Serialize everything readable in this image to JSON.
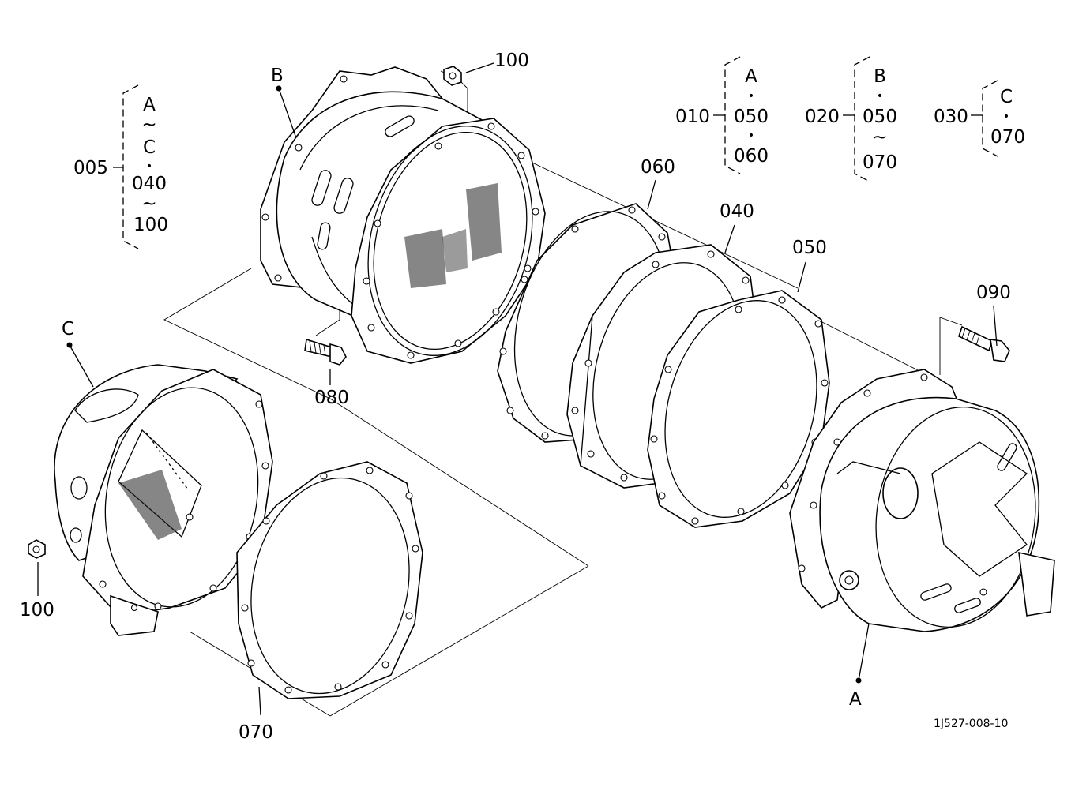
{
  "diagram": {
    "drawing_number": "1J527-008-10",
    "part_labels": {
      "p100_top": "100",
      "p100_left": "100",
      "p060": "060",
      "p040": "040",
      "p050": "050",
      "p090": "090",
      "p080": "080",
      "p070": "070"
    },
    "callouts": {
      "A": "A",
      "B": "B",
      "C": "C"
    },
    "assemblies": {
      "a005": {
        "code": "005",
        "lines": [
          "A",
          "~",
          "C",
          "•",
          "040",
          "~",
          "100"
        ]
      },
      "a010": {
        "code": "010",
        "lines": [
          "A",
          "•",
          "050",
          "•",
          "060"
        ]
      },
      "a020": {
        "code": "020",
        "lines": [
          "B",
          "•",
          "050",
          "~",
          "070"
        ]
      },
      "a030": {
        "code": "030",
        "lines": [
          "C",
          "•",
          "070"
        ]
      }
    }
  }
}
